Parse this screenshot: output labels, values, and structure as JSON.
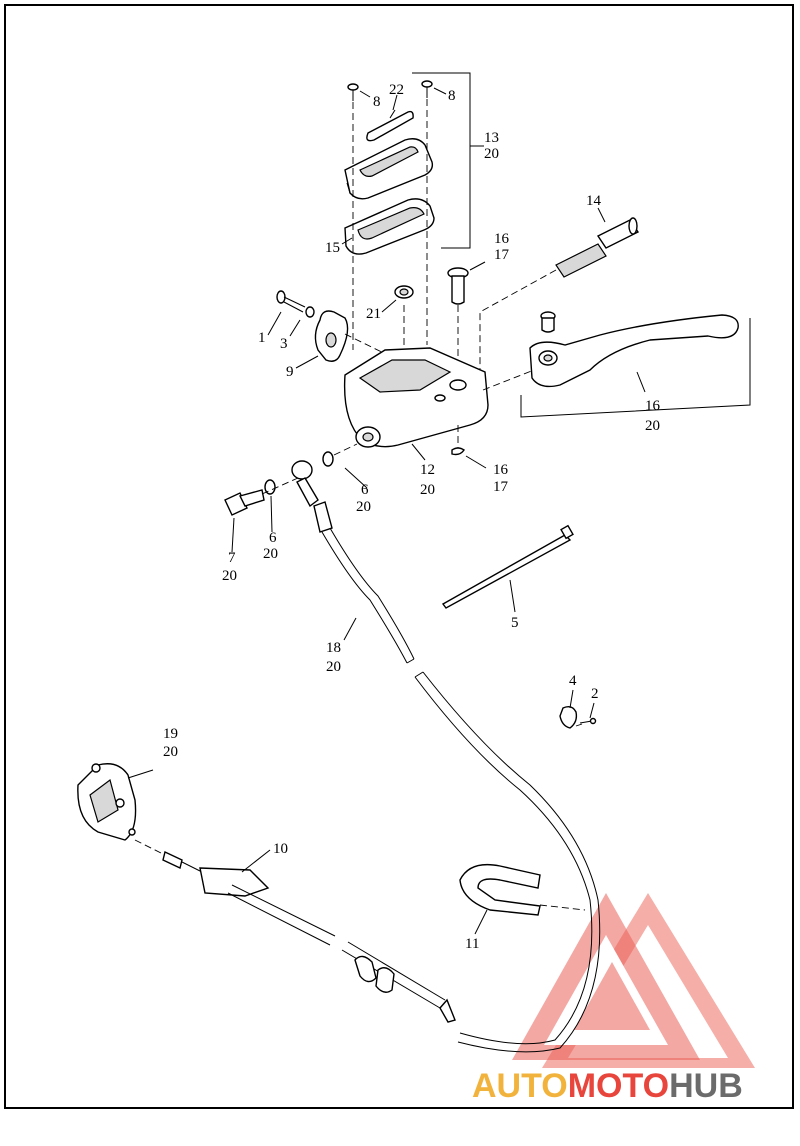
{
  "diagram": {
    "labels": {
      "l8a": "8",
      "l8b": "8",
      "l22": "22",
      "l13": "13",
      "l13b": "20",
      "l14": "14",
      "l15": "15",
      "l16a": "16",
      "l17a": "17",
      "l21": "21",
      "l1": "1",
      "l3": "3",
      "l9": "9",
      "l16b": "16",
      "l20b": "20",
      "l12": "12",
      "l12b": "20",
      "l16c": "16",
      "l17c": "17",
      "l6a": "6",
      "l6ab": "20",
      "l6b": "6",
      "l6bb": "20",
      "l7": "7",
      "l7b": "20",
      "l5": "5",
      "l18": "18",
      "l18b": "20",
      "l4": "4",
      "l2": "2",
      "l19": "19",
      "l19b": "20",
      "l10": "10",
      "l11": "11"
    }
  },
  "watermark": {
    "part1": "AUTO",
    "part2": "MOTO",
    "part3": "HUB",
    "colors": {
      "accent": "#e8453c",
      "accent_light": "#f4a19a",
      "gold": "#f2b33d",
      "gray": "#6b6b6b"
    }
  }
}
